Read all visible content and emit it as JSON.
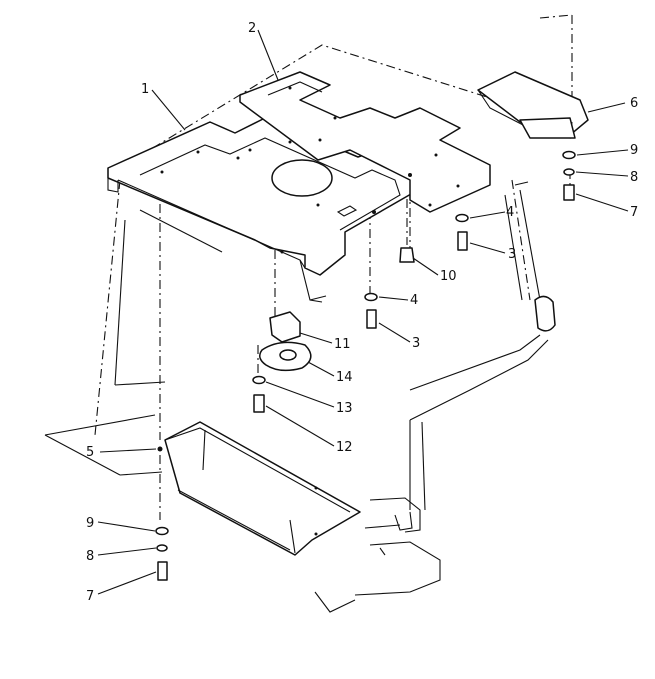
{
  "diagram": {
    "callouts": [
      {
        "id": "c1",
        "label": "1"
      },
      {
        "id": "c2",
        "label": "2"
      },
      {
        "id": "c3a",
        "label": "3"
      },
      {
        "id": "c3b",
        "label": "3"
      },
      {
        "id": "c4a",
        "label": "4"
      },
      {
        "id": "c4b",
        "label": "4"
      },
      {
        "id": "c5",
        "label": "5"
      },
      {
        "id": "c6",
        "label": "6"
      },
      {
        "id": "c7a",
        "label": "7"
      },
      {
        "id": "c7b",
        "label": "7"
      },
      {
        "id": "c8a",
        "label": "8"
      },
      {
        "id": "c8b",
        "label": "8"
      },
      {
        "id": "c9a",
        "label": "9"
      },
      {
        "id": "c9b",
        "label": "9"
      },
      {
        "id": "c10",
        "label": "10"
      },
      {
        "id": "c11",
        "label": "11"
      },
      {
        "id": "c12",
        "label": "12"
      },
      {
        "id": "c13",
        "label": "13"
      },
      {
        "id": "c14",
        "label": "14"
      }
    ]
  }
}
